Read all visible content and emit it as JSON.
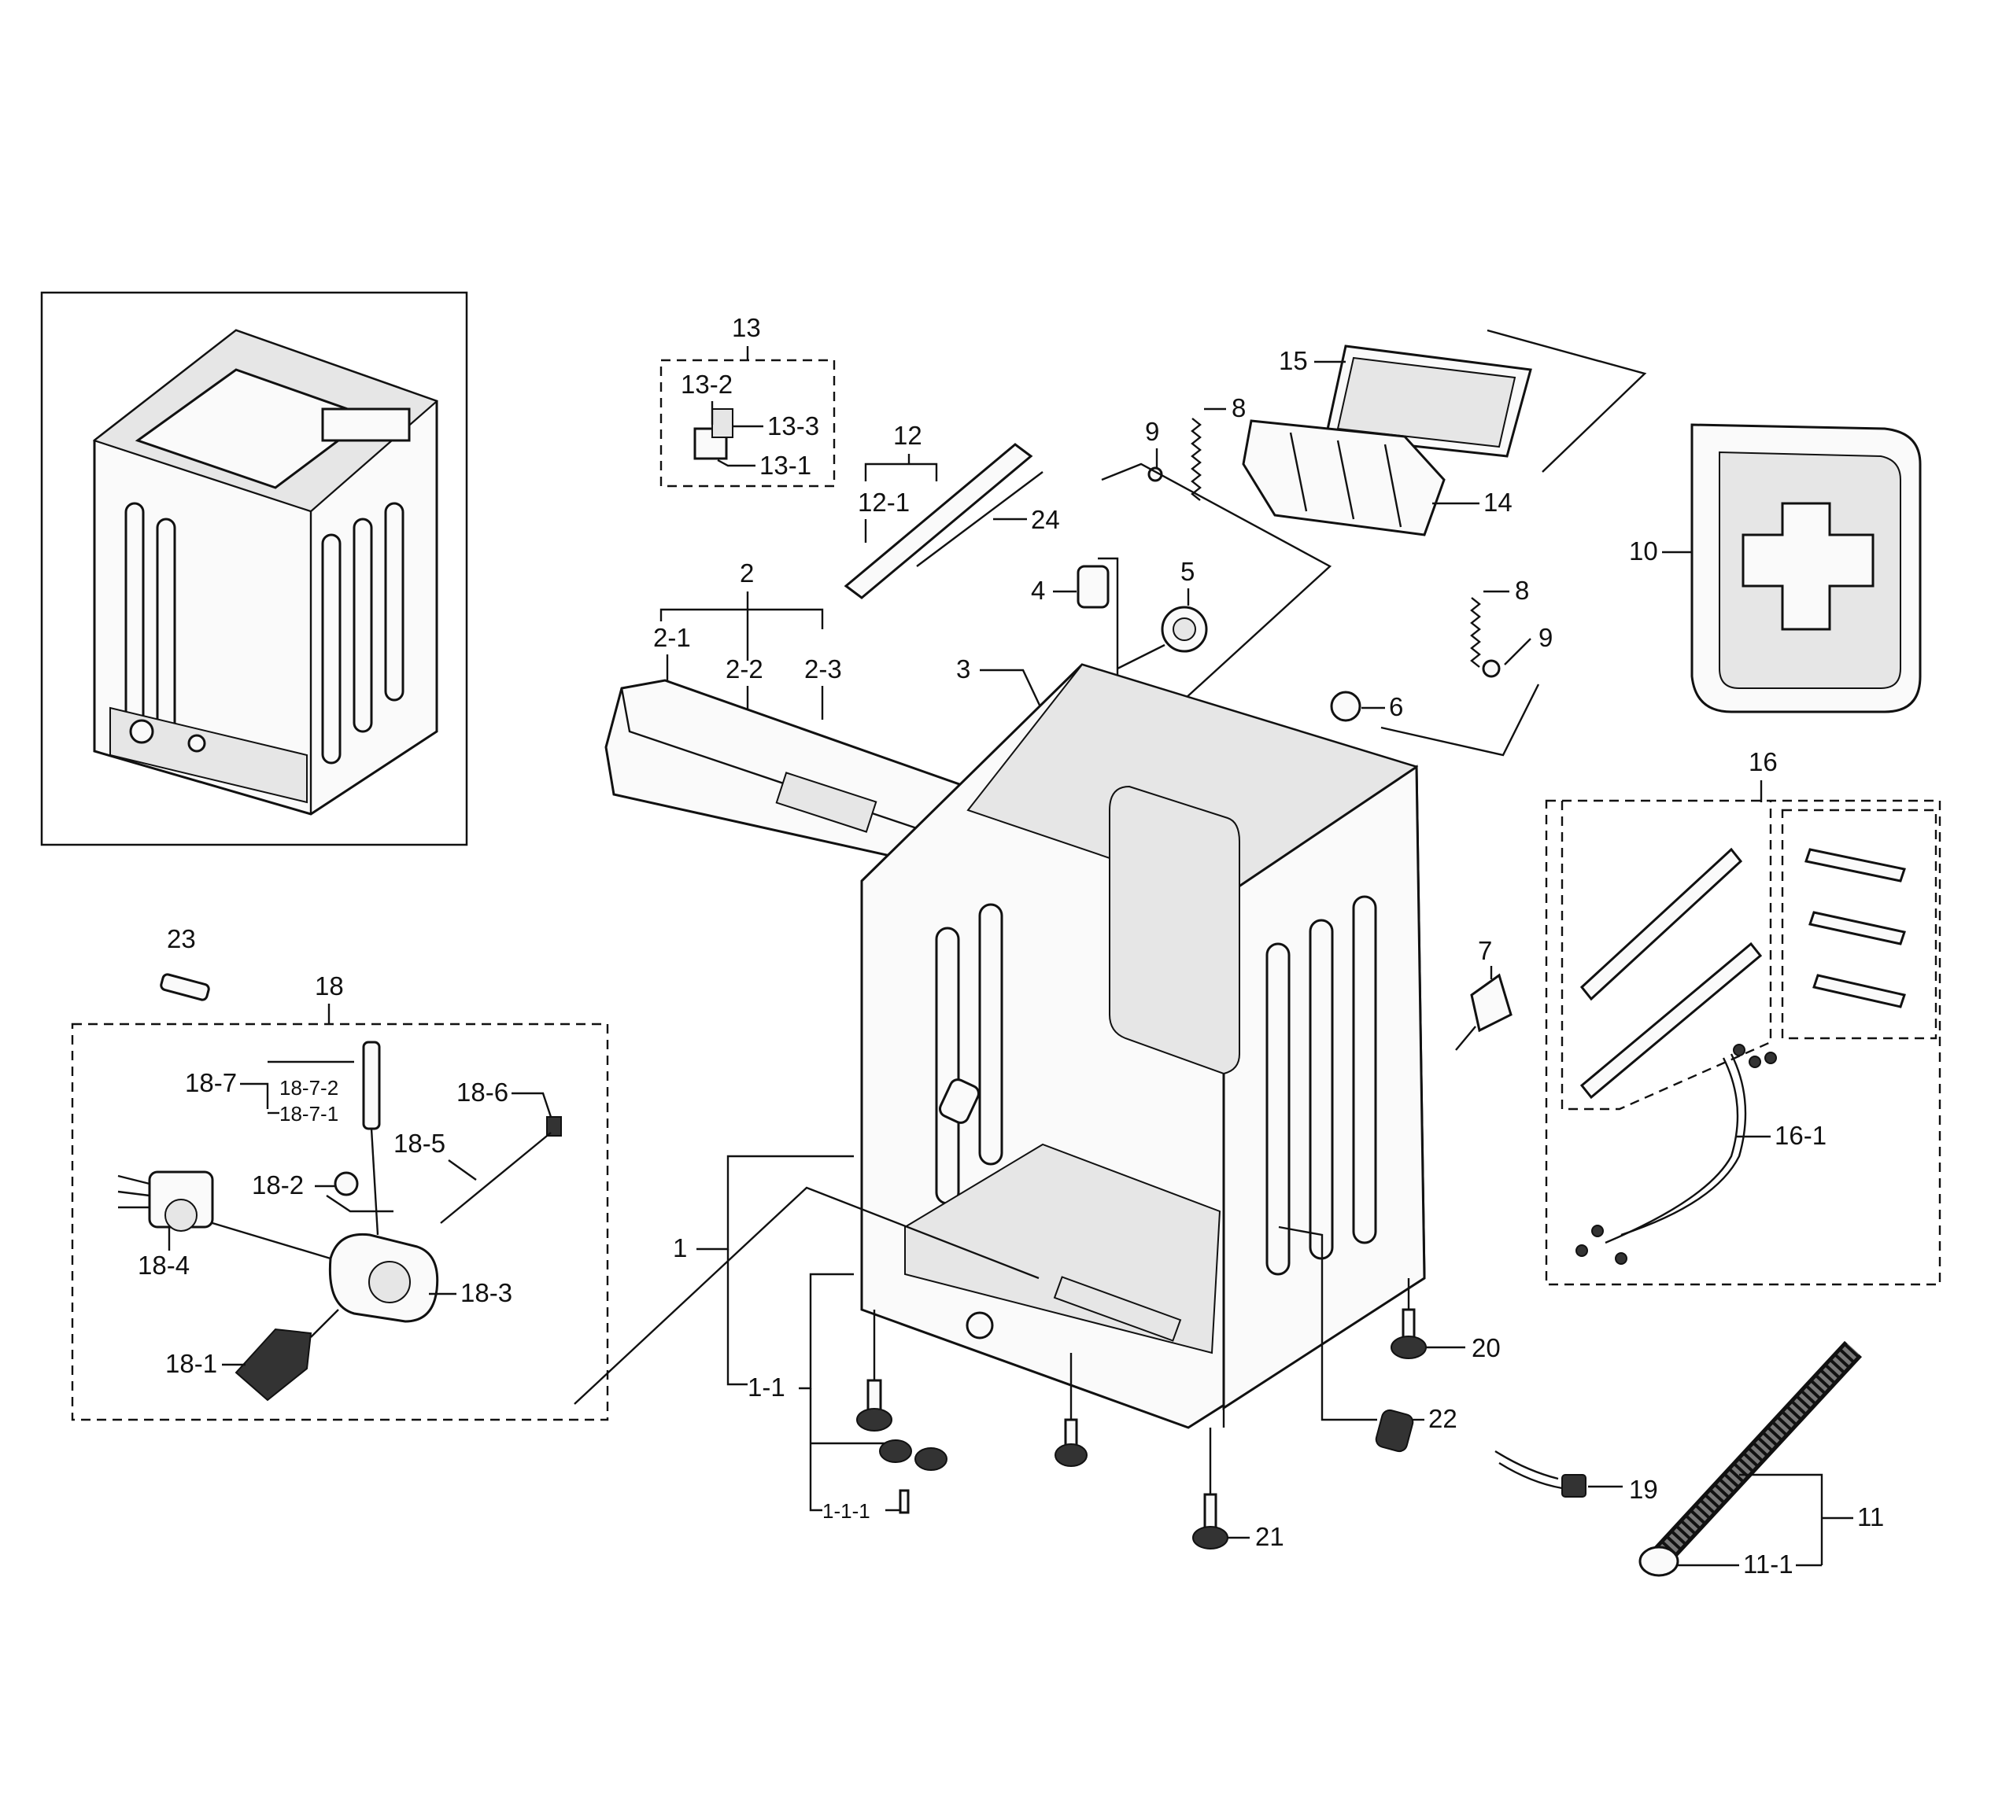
{
  "colors": {
    "ink": "#111111",
    "paper": "#ffffff"
  },
  "labels": {
    "l1": "1",
    "l1_1": "1-1",
    "l1_1_1": "1-1-1",
    "l2": "2",
    "l2_1": "2-1",
    "l2_2": "2-2",
    "l2_3": "2-3",
    "l3": "3",
    "l4": "4",
    "l5": "5",
    "l6": "6",
    "l7": "7",
    "l8a": "8",
    "l8b": "8",
    "l9a": "9",
    "l9b": "9",
    "l10": "10",
    "l11": "11",
    "l11_1": "11-1",
    "l12": "12",
    "l12_1": "12-1",
    "l13": "13",
    "l13_1": "13-1",
    "l13_2": "13-2",
    "l13_3": "13-3",
    "l14": "14",
    "l15": "15",
    "l16": "16",
    "l16_1": "16-1",
    "l18": "18",
    "l18_1": "18-1",
    "l18_2": "18-2",
    "l18_3": "18-3",
    "l18_4": "18-4",
    "l18_5": "18-5",
    "l18_6": "18-6",
    "l18_7": "18-7",
    "l18_7_1": "18-7-1",
    "l18_7_2": "18-7-2",
    "l19": "19",
    "l20": "20",
    "l21": "21",
    "l22": "22",
    "l23": "23",
    "l24": "24"
  }
}
